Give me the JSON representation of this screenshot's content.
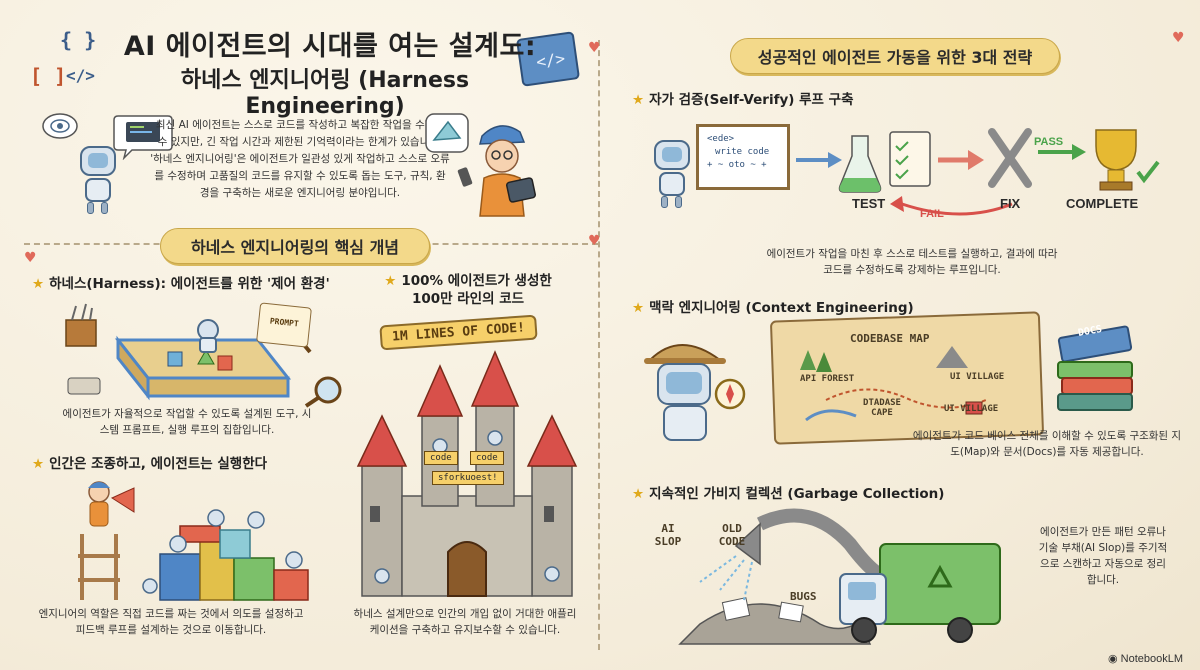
{
  "header": {
    "title_line1": "AI 에이전트의 시대를 여는 설계도:",
    "title_line2": "하네스 엔지니어링 (Harness Engineering)",
    "intro": "최신 AI 에이전트는 스스로 코드를 작성하고 복잡한 작업을 수행할 수 있지만, 긴 작업 시간과 제한된 기억력이라는 한계가 있습니다. '하네스 엔지니어링'은 에이전트가 일관성 있게 작업하고 스스로 오류를 수정하며 고품질의 코드를 유지할 수 있도록 돕는 도구, 규칙, 환경을 구축하는 새로운 엔지니어링 분야입니다."
  },
  "left": {
    "banner": "하네스 엔지니어링의 핵심 개념",
    "harness": {
      "heading": "하네스(Harness): 에이전트를 위한 '제어 환경'",
      "caption": "에이전트가 자율적으로 작업할 수 있도록 설계된 도구, 시스템 프롬프트, 실행 루프의 집합입니다.",
      "prompt_label": "PROMPT"
    },
    "human": {
      "heading": "인간은 조종하고, 에이전트는 실행한다",
      "caption": "엔지니어의 역할은 직접 코드를 짜는 것에서 의도를 설정하고 피드백 루프를 설계하는 것으로 이동합니다."
    },
    "million": {
      "heading_line1": "100% 에이전트가 생성한",
      "heading_line2": "100만 라인의 코드",
      "sign": "1M LINES OF CODE!",
      "castle_tags": [
        "code",
        "code",
        "sforkuoest!"
      ],
      "caption": "하네스 설계만으로 인간의 개입 없이 거대한 애플리케이션을 구축하고 유지보수할 수 있습니다."
    }
  },
  "right": {
    "banner": "성공적인 에이전트 가동을 위한 3대 전략",
    "self_verify": {
      "heading": "자가 검증(Self-Verify) 루프 구축",
      "board_lines": [
        "<ede>",
        "write code",
        "+ ~ oto ~ +"
      ],
      "test_label": "TEST",
      "fix_label": "FIX",
      "complete_label": "COMPLETE",
      "pass_label": "PASS",
      "fail_label": "FAIL",
      "caption": "에이전트가 작업을 마친 후 스스로 테스트를 실행하고, 결과에 따라 코드를 수정하도록 강제하는 루프입니다."
    },
    "context": {
      "heading": "맥락 엔지니어링 (Context Engineering)",
      "map_title": "CODEBASE MAP",
      "map_labels": [
        "API FOREST",
        "UI VILLAGE",
        "DTADASE CAPE",
        "UI VILLAGE"
      ],
      "docs_label": "DOCS",
      "caption": "에이전트가 코드 베이스 전체를 이해할 수 있도록 구조화된 지도(Map)와 문서(Docs)를 자동 제공합니다."
    },
    "garbage": {
      "heading": "지속적인 가비지 컬렉션 (Garbage Collection)",
      "pile_labels": [
        "AI SLOP",
        "OLD CODE",
        "BUGS"
      ],
      "caption": "에이전트가 만든 패턴 오류나 기술 부채(AI Slop)를 주기적으로 스캔하고 자동으로 정리합니다."
    }
  },
  "footer": {
    "logo": "NotebookLM"
  },
  "icons": {
    "braces": "{ }",
    "brackets": "[ ]",
    "code_tag": "</>"
  },
  "colors": {
    "background": "#f6efe0",
    "banner": "#f3d98a",
    "accent_star": "#e0a91c",
    "heart": "#e06a5a",
    "pass": "#4aa34a",
    "fail": "#d8504a"
  }
}
